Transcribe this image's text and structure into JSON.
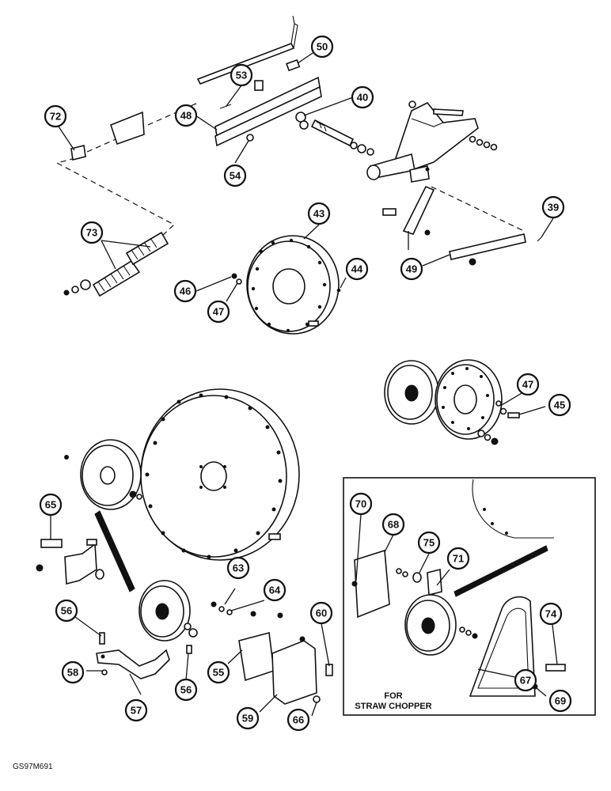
{
  "figure_code": "GS97M691",
  "inset_caption_line1": "FOR",
  "inset_caption_line2": "STRAW CHOPPER",
  "callouts": [
    "50",
    "53",
    "40",
    "72",
    "48",
    "54",
    "39",
    "43",
    "73",
    "44",
    "46",
    "47",
    "49",
    "47",
    "45",
    "65",
    "63",
    "64",
    "70",
    "68",
    "75",
    "71",
    "74",
    "56",
    "60",
    "55",
    "58",
    "56",
    "57",
    "59",
    "66",
    "67",
    "69"
  ]
}
